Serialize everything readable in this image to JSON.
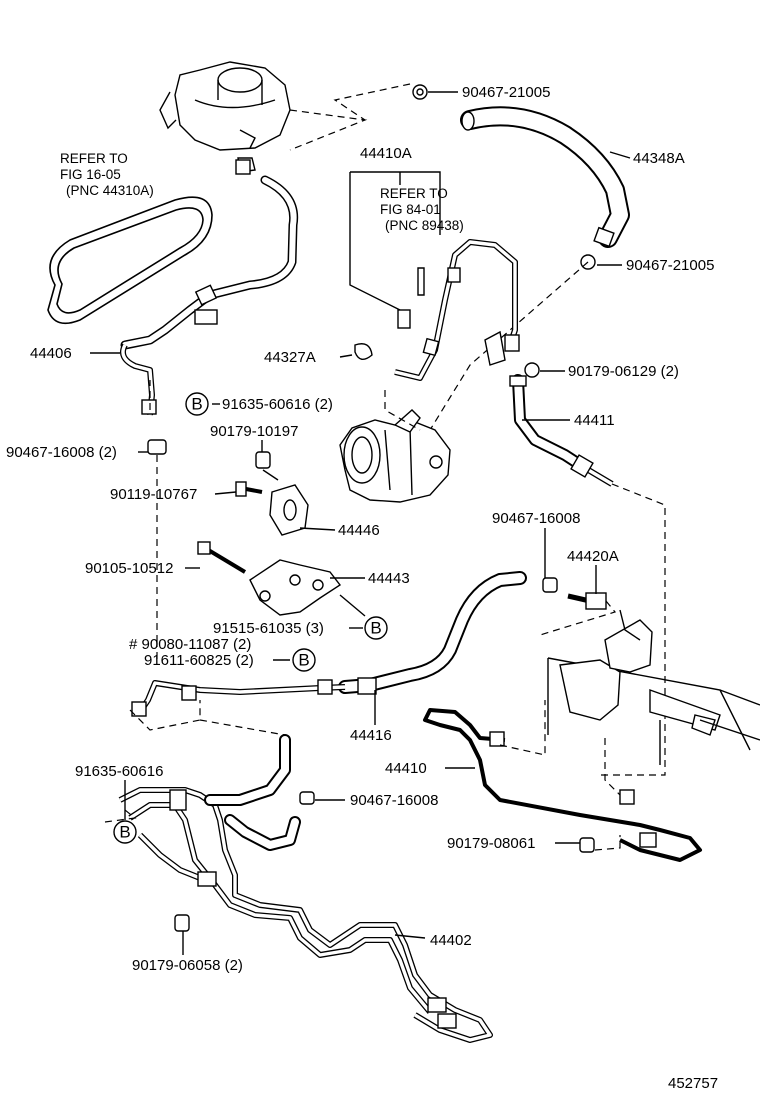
{
  "diagram_id": "452757",
  "refer_notes": [
    {
      "line1": "REFER TO",
      "line2": "FIG 16-05",
      "line3": "(PNC 44310A)"
    },
    {
      "line1": "REFER TO",
      "line2": "FIG 84-01",
      "line3": "(PNC 89438)"
    }
  ],
  "callouts": {
    "p44410A": "44410A",
    "p90467_21005_a": "90467-21005",
    "p44348A": "44348A",
    "p90467_21005_b": "90467-21005",
    "p44406": "44406",
    "p44327A": "44327A",
    "p90179_06129": "90179-06129 (2)",
    "p91635_60616_top": "91635-60616 (2)",
    "p44411": "44411",
    "p90179_10197": "90179-10197",
    "p90467_16008_left": "90467-16008 (2)",
    "p90119_10767": "90119-10767",
    "p44446": "44446",
    "p90467_16008_mid": "90467-16008",
    "p44420A": "44420A",
    "p90105_10512": "90105-10512",
    "p44443": "44443",
    "p91515_61035": "91515-61035 (3)",
    "p90080_11087": "# 90080-11087 (2)",
    "p91611_60825": "91611-60825 (2)",
    "p44416": "44416",
    "p44410": "44410",
    "p91635_60616_low": "91635-60616",
    "p90467_16008_low": "90467-16008",
    "p90179_08061": "90179-08061",
    "p44402": "44402",
    "p90179_06058": "90179-06058 (2)"
  },
  "markers": {
    "b": "B"
  }
}
